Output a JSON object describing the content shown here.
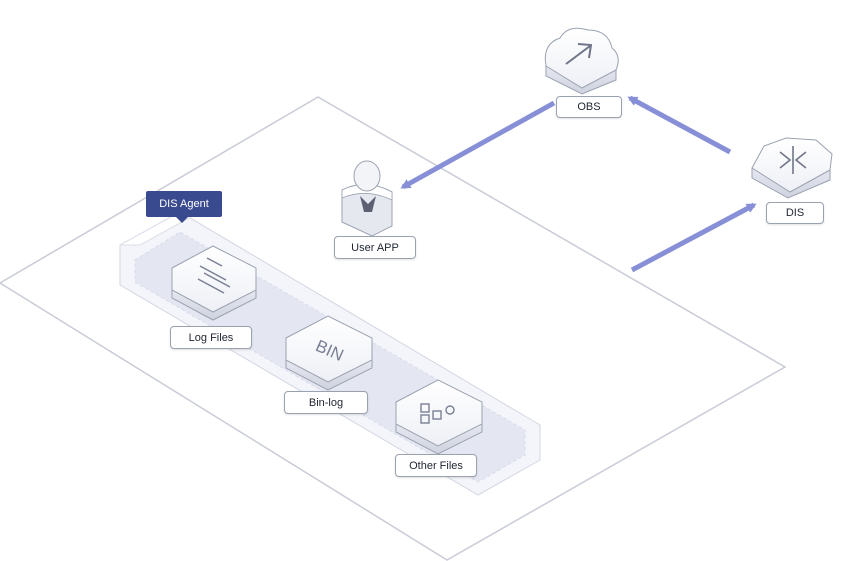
{
  "diagram": {
    "agent_label": "DIS Agent",
    "nodes": {
      "obs": "OBS",
      "dis": "DIS",
      "user_app": "User APP",
      "log_files": "Log Files",
      "bin_log": "Bin-log",
      "other_files": "Other Files"
    },
    "icons": {
      "obs": "cloud-upload-icon",
      "dis": "stream-hub-icon",
      "user_app": "user-icon",
      "log_files": "document-lines-icon",
      "bin_log": "bin-text-icon",
      "other_files": "shapes-icon"
    },
    "bin_icon_text": "BIN",
    "colors": {
      "arrow": "#8790d6",
      "agent": "#3a4a8f",
      "platform_line": "#c9ccd6",
      "tray_fill": "#e4e6f2"
    }
  }
}
